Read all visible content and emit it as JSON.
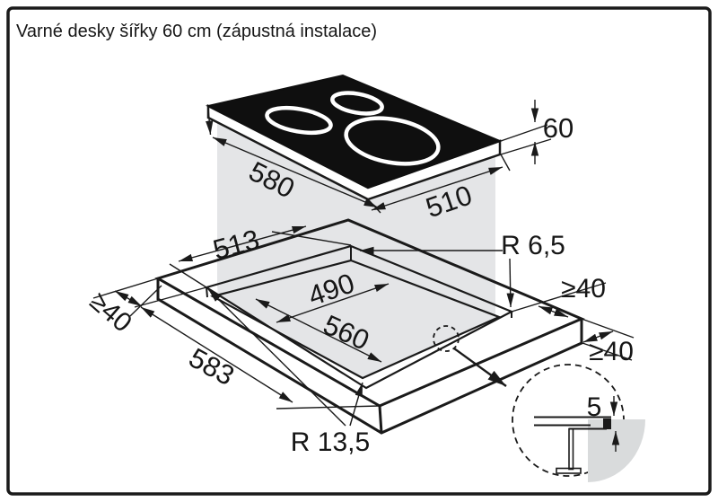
{
  "title": "Varné desky šířky 60 cm (zápustná instalace)",
  "diagram": {
    "hob": {
      "width_label": "580",
      "depth_label": "510",
      "height_label": "60"
    },
    "recess": {
      "depth_label": "513",
      "corner_radius_label": "R 6,5"
    },
    "cutout": {
      "depth_label": "490",
      "width_label": "560",
      "corner_radius_label": "R 13,5"
    },
    "worktop": {
      "width_label": "583",
      "min_clearance_left_label": "≥40",
      "min_clearance_back_label": "≥40",
      "min_clearance_right_label": "≥40"
    },
    "detail": {
      "inset_depth_label": "5"
    }
  },
  "colors": {
    "line": "#1a1a1a",
    "projection_gray": "#e4e5e7",
    "detail_gray": "#d9dbdc",
    "hob_black": "#0f0f0f",
    "background": "#ffffff"
  }
}
